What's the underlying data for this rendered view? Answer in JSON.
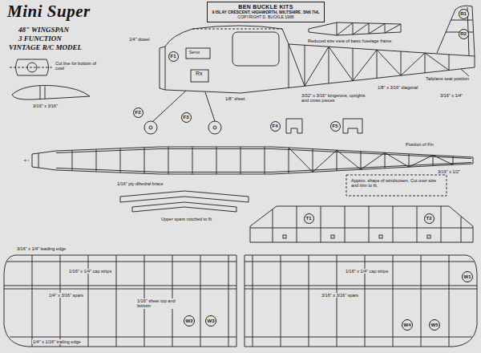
{
  "diagram": {
    "title": "Mini Super",
    "nodes": [
      {
        "text": [
          "BEN BUCKLE KITS",
          "9 ISLAY CRESCENT, HIGHWORTH, WILTSHIRE. SN6 7HL",
          "COPYRIGHT D. BUCKLE 1988"
        ]
      },
      {
        "text": [
          "R1"
        ]
      },
      {
        "text": [
          "R2"
        ]
      },
      {
        "text": [
          "F1"
        ]
      },
      {
        "text": [
          "F2"
        ]
      },
      {
        "text": [
          "F3"
        ]
      },
      {
        "text": [
          "F4"
        ]
      },
      {
        "text": [
          "F5"
        ]
      },
      {
        "text": [
          "T1"
        ]
      },
      {
        "text": [
          "T2"
        ]
      },
      {
        "text": [
          "W1"
        ]
      },
      {
        "text": [
          "W2"
        ]
      },
      {
        "text": [
          "W3"
        ]
      },
      {
        "text": [
          "W4"
        ]
      },
      {
        "text": [
          "W5"
        ]
      }
    ],
    "labels": [
      "48\" WINGSPAN",
      "3 FUNCTION",
      "VINTAGE R/C MODEL",
      "Reduced size view of basic fuselage frame",
      "Servo",
      "Rx",
      "1/8\" sheet",
      "3/32\" x 3/16\" longerons, uprights and cross pieces",
      "1/8\" x 3/16\" diagonal",
      "Tailplane seat position",
      "3/16\" x 1/4\"",
      "Position of Fin",
      "3/16\" x 1/2\"",
      "Approx. shape of windscreen. Cut over size and trim to fit.",
      "1/16\" ply dihedral brace",
      "Upper spars notched to fit",
      "3/16\" x 1/4\" leading edge",
      "1/16\" x 1/4\" cap strips",
      "1/4\" x 3/16\" spars",
      "1/16\" sheet top and bottom",
      "1/4\" x 1/16\" trailing edge",
      "3/16\" x 3/16\" spars",
      "1/16\" x 1/4\" cap strips",
      "Cut line for bottom of cowl",
      "3/16\" x 3/16\"",
      "1/4\" dowel"
    ]
  }
}
